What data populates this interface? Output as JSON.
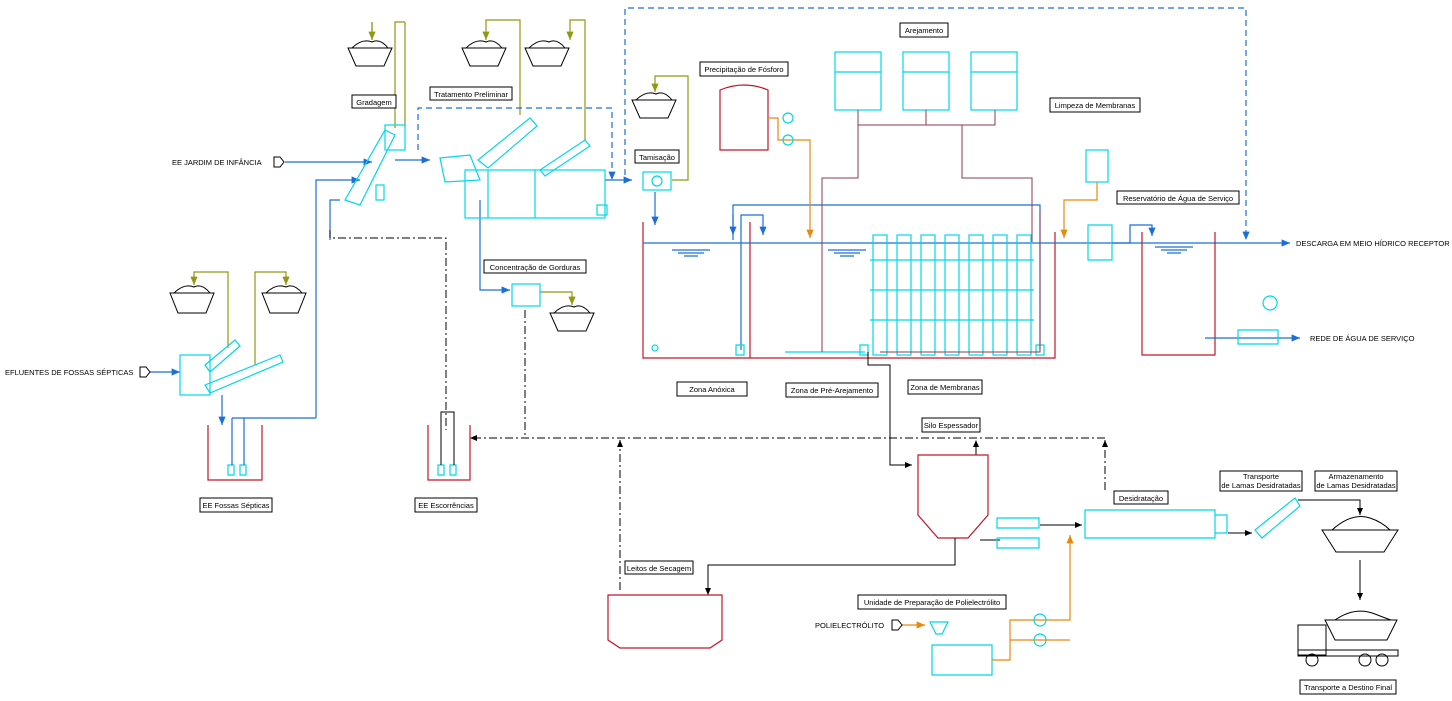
{
  "labels": {
    "arejamento": "Arejamento",
    "precipitacao": "Precipitação de Fósforo",
    "limpeza": "Limpeza de Membranas",
    "gradagem": "Gradagem",
    "tratamento": "Tratamento Preliminar",
    "tamisacao": "Tamisação",
    "reservatorio": "Reservatório de Água de Serviço",
    "gorduras": "Concentração de Gorduras",
    "anoxica": "Zona Anóxica",
    "prearejamento": "Zona de Pré-Arejamento",
    "membranas": "Zona de Membranas",
    "silo": "Silo Espessador",
    "ee_fossas": "EE Fossas Sépticas",
    "ee_escorrencias": "EE Escorrências",
    "transporte_lamas_1": "Transporte",
    "transporte_lamas_2": "de Lamas Desidratadas",
    "armazenamento_1": "Armazenamento",
    "armazenamento_2": "de Lamas Desidratadas",
    "desidratacao": "Desidratação",
    "leitos": "Leitos de Secagem",
    "unidade_poli": "Unidade de Preparação de Polielectrólito",
    "destino_final": "Transporte a Destino Final"
  },
  "streams": {
    "jardim": "EE JARDIM DE INFÂNCIA",
    "fossas": "EFLUENTES DE FOSSAS SÉPTICAS",
    "descarga": "DESCARGA EM MEIO HÍDRICO RECEPTOR",
    "rede": "REDE DE ÁGUA DE SERVIÇO",
    "polielectrolito": "POLIELECTRÓLITO"
  },
  "colors": {
    "water": "#1a6fd8",
    "equipment": "#00d8e8",
    "tank": "#c0172b",
    "chemical": "#e8890c",
    "screenings": "#8f9a10",
    "air": "#8a3a5a",
    "sludge": "#000000"
  }
}
